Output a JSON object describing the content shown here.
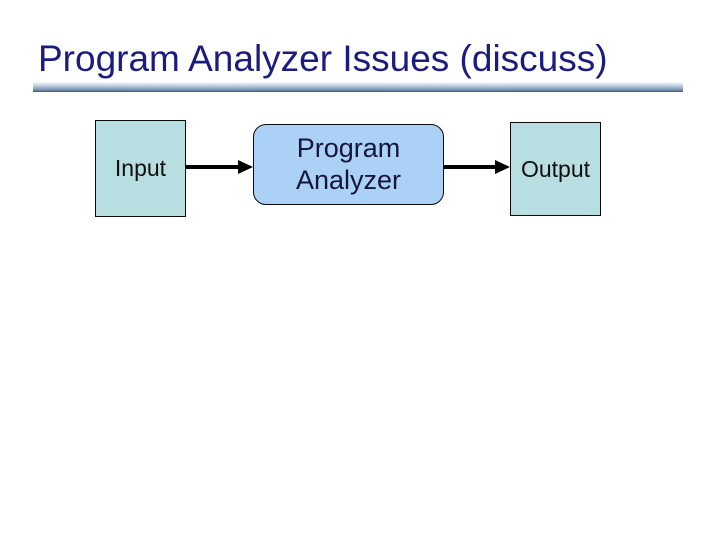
{
  "slide": {
    "title": "Program Analyzer Issues (discuss)"
  },
  "diagram": {
    "type": "flow",
    "nodes": [
      {
        "id": "input",
        "label": "Input",
        "shape": "rectangle",
        "fill": "#b9dee2"
      },
      {
        "id": "program-analyzer",
        "label": "Program Analyzer",
        "shape": "rounded-rectangle",
        "fill": "#abd2f6"
      },
      {
        "id": "output",
        "label": "Output",
        "shape": "rectangle",
        "fill": "#b9dee2"
      }
    ],
    "edges": [
      {
        "from": "input",
        "to": "program-analyzer",
        "style": "solid-arrow",
        "color": "#000000"
      },
      {
        "from": "program-analyzer",
        "to": "output",
        "style": "solid-arrow",
        "color": "#000000"
      }
    ]
  },
  "colors": {
    "title_text": "#1b1b80",
    "title_rule_top": "#fdfdfe",
    "title_rule_bottom": "#3e5570",
    "node_border": "#0c0c0c",
    "background": "#ffffff"
  }
}
